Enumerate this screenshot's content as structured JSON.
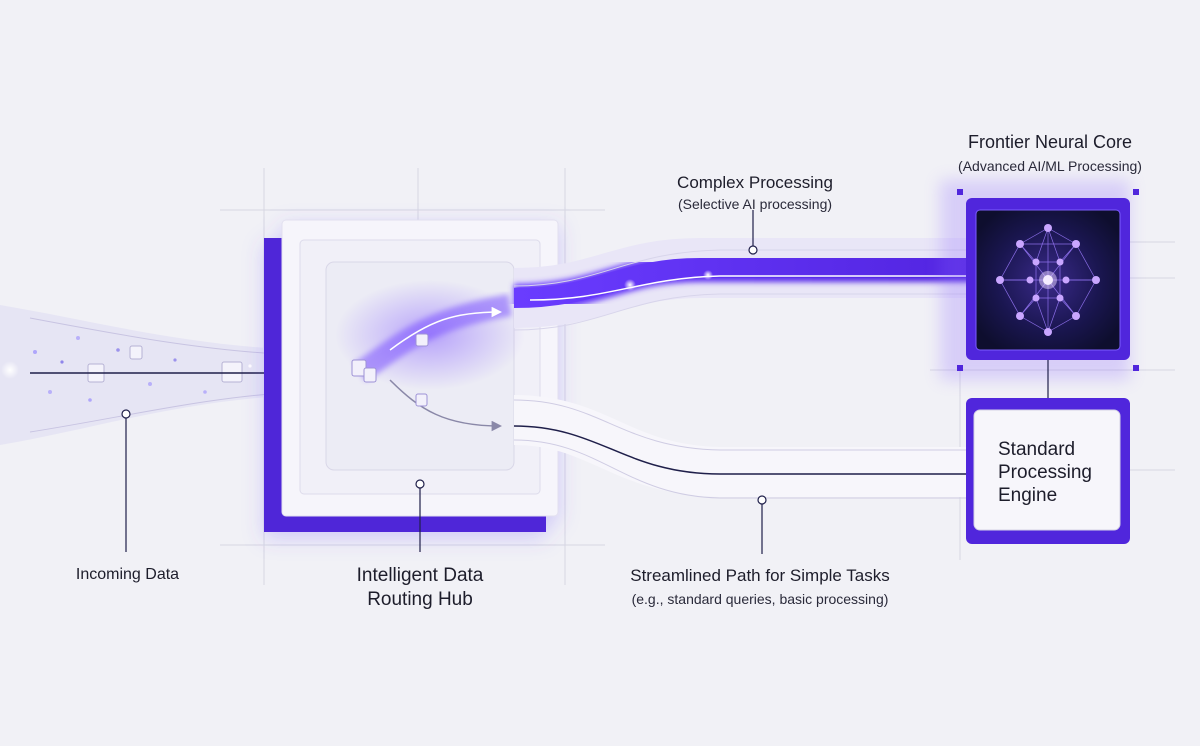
{
  "labels": {
    "incoming": "Incoming Data",
    "hub_line1": "Intelligent Data",
    "hub_line2": "Routing Hub",
    "complex_title": "Complex Processing",
    "complex_sub": "(Selective AI processing)",
    "frontier_title": "Frontier Neural Core",
    "frontier_sub": "(Advanced AI/ML Processing)",
    "engine_line1": "Standard",
    "engine_line2": "Processing",
    "engine_line3": "Engine",
    "stream_title": "Streamlined Path for Simple Tasks",
    "stream_sub": "(e.g., standard queries, basic processing)"
  },
  "colors": {
    "accent": "#5b2bea",
    "accent_glow": "#8b66ff",
    "background": "#f1f1f6",
    "core_bg": "#12123a",
    "node": "#b58cff"
  },
  "icons": [
    "document-icon",
    "neural-network-icon",
    "arrow-right-icon"
  ]
}
